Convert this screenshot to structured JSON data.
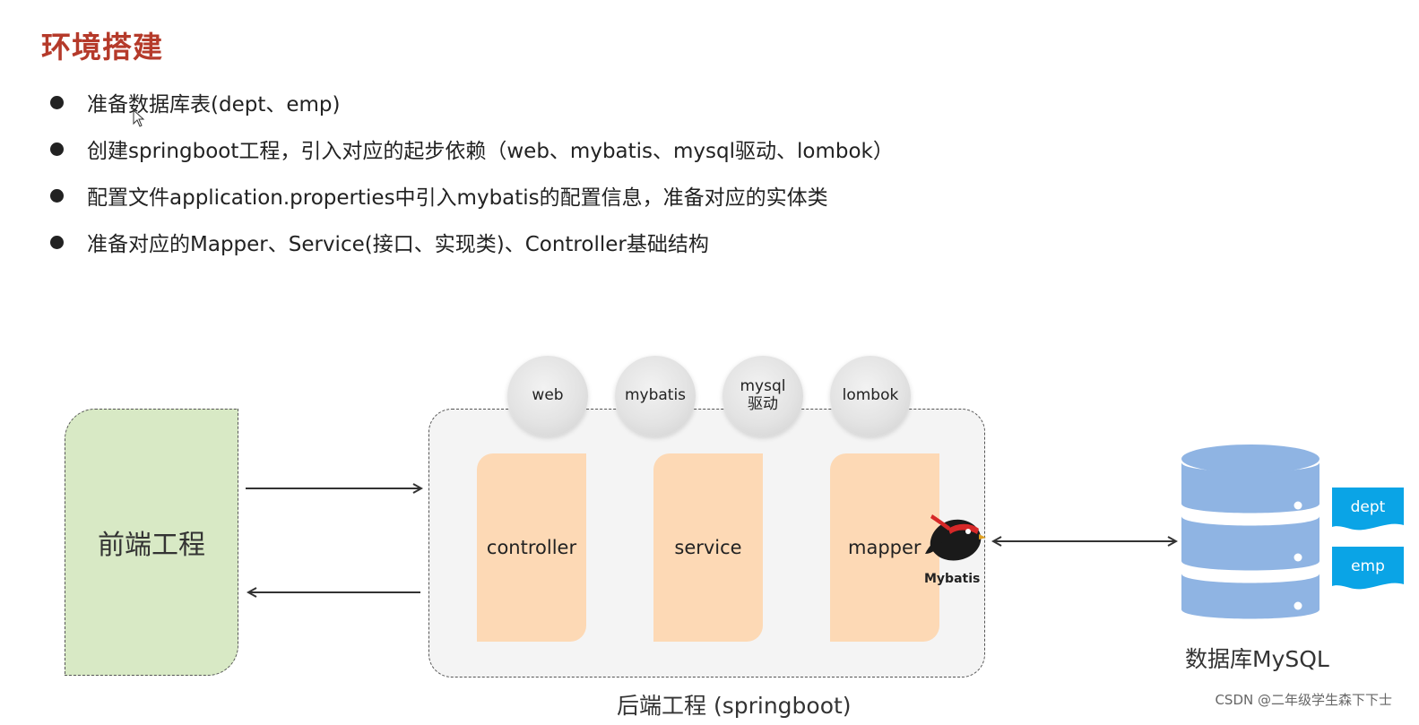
{
  "title": "环境搭建",
  "bullets": [
    "准备数据库表(dept、emp)",
    "创建springboot工程，引入对应的起步依赖（web、mybatis、mysql驱动、lombok）",
    "配置文件application.properties中引入mybatis的配置信息，准备对应的实体类",
    "准备对应的Mapper、Service(接口、实现类)、Controller基础结构"
  ],
  "diagram": {
    "frontend_label": "前端工程",
    "backend_label": "后端工程 (springboot)",
    "layers": [
      "controller",
      "service",
      "mapper"
    ],
    "dependencies": [
      "web",
      "mybatis",
      "mysql\n驱动",
      "lombok"
    ],
    "mybatis_logo_text": "Mybatis",
    "database_label": "数据库MySQL",
    "tables": [
      "dept",
      "emp"
    ]
  },
  "colors": {
    "title": "#b53a2a",
    "frontend_fill": "#d8e9c5",
    "layer_fill": "#fdd9b5",
    "database_fill": "#8fb4e3",
    "table_tag": "#0aa4e6"
  },
  "watermark": "CSDN @二年级学生森下下士"
}
